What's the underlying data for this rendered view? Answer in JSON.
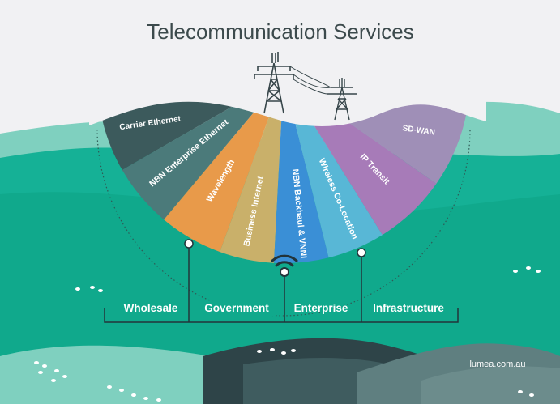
{
  "title": "Telecommunication Services",
  "segments": [
    {
      "label": "Carrier Ethernet",
      "color": "#3c5a5c"
    },
    {
      "label": "NBN Enterprise Ethernet",
      "color": "#4b7a7a"
    },
    {
      "label": "Wavelength",
      "color": "#e89a4a"
    },
    {
      "label": "Business Internet",
      "color": "#c9b06a"
    },
    {
      "label": "NBN Backhaul & VNNI",
      "color": "#3a8fd6"
    },
    {
      "label": "Wireless Co-Location",
      "color": "#58b7d6"
    },
    {
      "label": "IP Transit",
      "color": "#a77bb8"
    },
    {
      "label": "SD-WAN",
      "color": "#9f8fb7"
    }
  ],
  "categories": [
    "Wholesale",
    "Government",
    "Enterprise",
    "Infrastructure"
  ],
  "website": "lumea.com.au",
  "colors": {
    "background": "#f1f1f3",
    "hill_green": "#0fae92",
    "hill_light": "#7fd0bf",
    "title": "#3c4a4c",
    "accent": "#ffffff"
  }
}
